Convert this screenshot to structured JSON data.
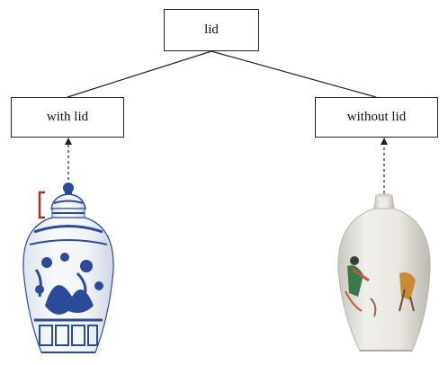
{
  "diagram": {
    "root": {
      "label": "lid"
    },
    "children": [
      {
        "label": "with lid"
      },
      {
        "label": "without lid"
      }
    ]
  },
  "images": [
    {
      "name": "lidded-blue-white-vase",
      "palette": [
        "#2c4a9a",
        "#f4f6fa"
      ],
      "marker_color": "#b03020"
    },
    {
      "name": "lidless-famille-rose-vase",
      "palette": [
        "#e9e6e0",
        "#c05a3a",
        "#3a7a4a"
      ]
    }
  ]
}
